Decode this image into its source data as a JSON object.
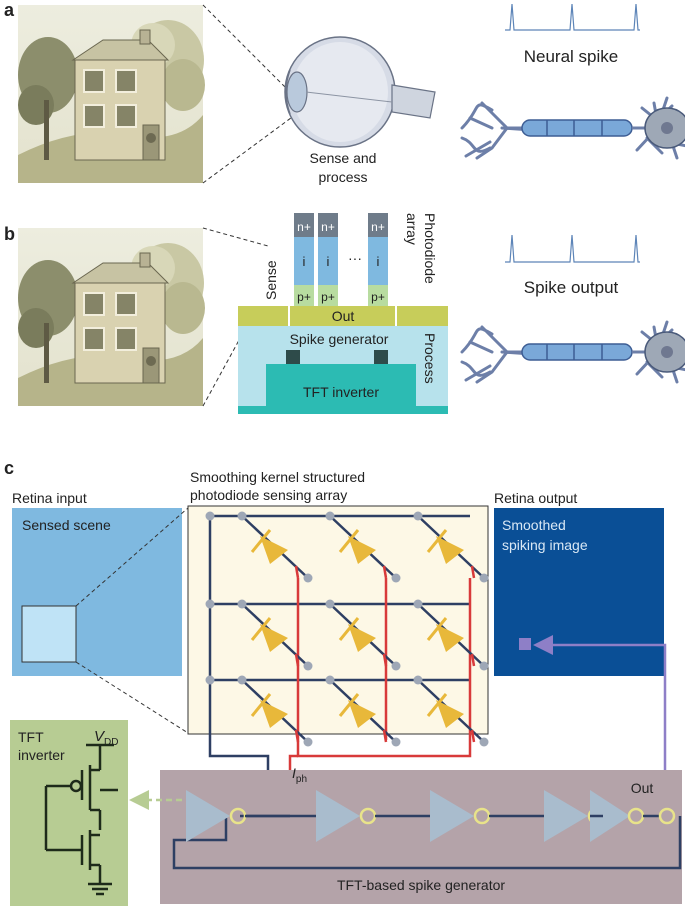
{
  "panels": {
    "a": {
      "label": "a",
      "eye_caption_1": "Sense and",
      "eye_caption_2": "process",
      "spike_title": "Neural spike"
    },
    "b": {
      "label": "b",
      "sense": "Sense",
      "process": "Process",
      "photodiode_array_1": "Photodiode",
      "photodiode_array_2": "array",
      "n_plus": "n+",
      "i_layer": "i",
      "p_plus": "p+",
      "dots": "···",
      "out": "Out",
      "spike_generator": "Spike generator",
      "tft_inverter": "TFT inverter",
      "spike_title": "Spike output"
    },
    "c": {
      "label": "c",
      "retina_input": "Retina input",
      "sensed_scene": "Sensed scene",
      "array_title_1": "Smoothing kernel structured",
      "array_title_2": "photodiode sensing array",
      "retina_output": "Retina output",
      "smoothed_1": "Smoothed",
      "smoothed_2": "spiking image",
      "tft_inverter_1": "TFT",
      "tft_inverter_2": "inverter",
      "vdd": "V",
      "vdd_sub": "DD",
      "iph": "I",
      "iph_sub": "ph",
      "out": "Out",
      "spike_generator": "TFT-based spike generator"
    }
  },
  "colors": {
    "blue_light": "#7fb9e0",
    "blue_dark": "#0a4f96",
    "gen_bg": "#b4a3a9",
    "tft_bg": "#b7cc93",
    "grid_bg": "#fdf8e6",
    "diode": "#e8b83a",
    "wire_red": "#d83a3a",
    "wire_navy": "#2e3f63",
    "inverter": "#a9bccd",
    "purple": "#8e7fc7"
  }
}
